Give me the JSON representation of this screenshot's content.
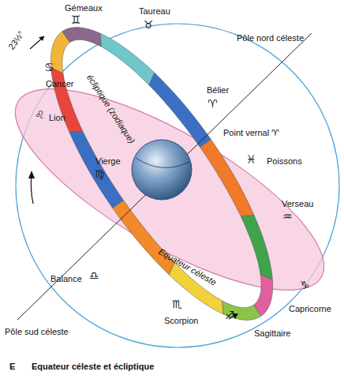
{
  "diagram": {
    "caption": "Equateur céleste et écliptique",
    "labels": [
      "Gémeaux",
      "♊",
      "Taureau",
      "♉",
      "Pôle nord céleste",
      "23½°",
      "écliptique (zodiaque)",
      "Bélier",
      "♈",
      "♋",
      "Cancer",
      "♌",
      "Lion",
      "Point vernal ♈",
      "♓",
      "Poissons",
      "Vierge",
      "♍",
      "Verseau",
      "♒",
      "Equateur céleste",
      "Balance",
      "♎",
      "♑",
      "Capricorne",
      "♏",
      "Scorpion",
      "♐",
      "Sagittaire",
      "Pôle sud céleste",
      "E"
    ]
  }
}
